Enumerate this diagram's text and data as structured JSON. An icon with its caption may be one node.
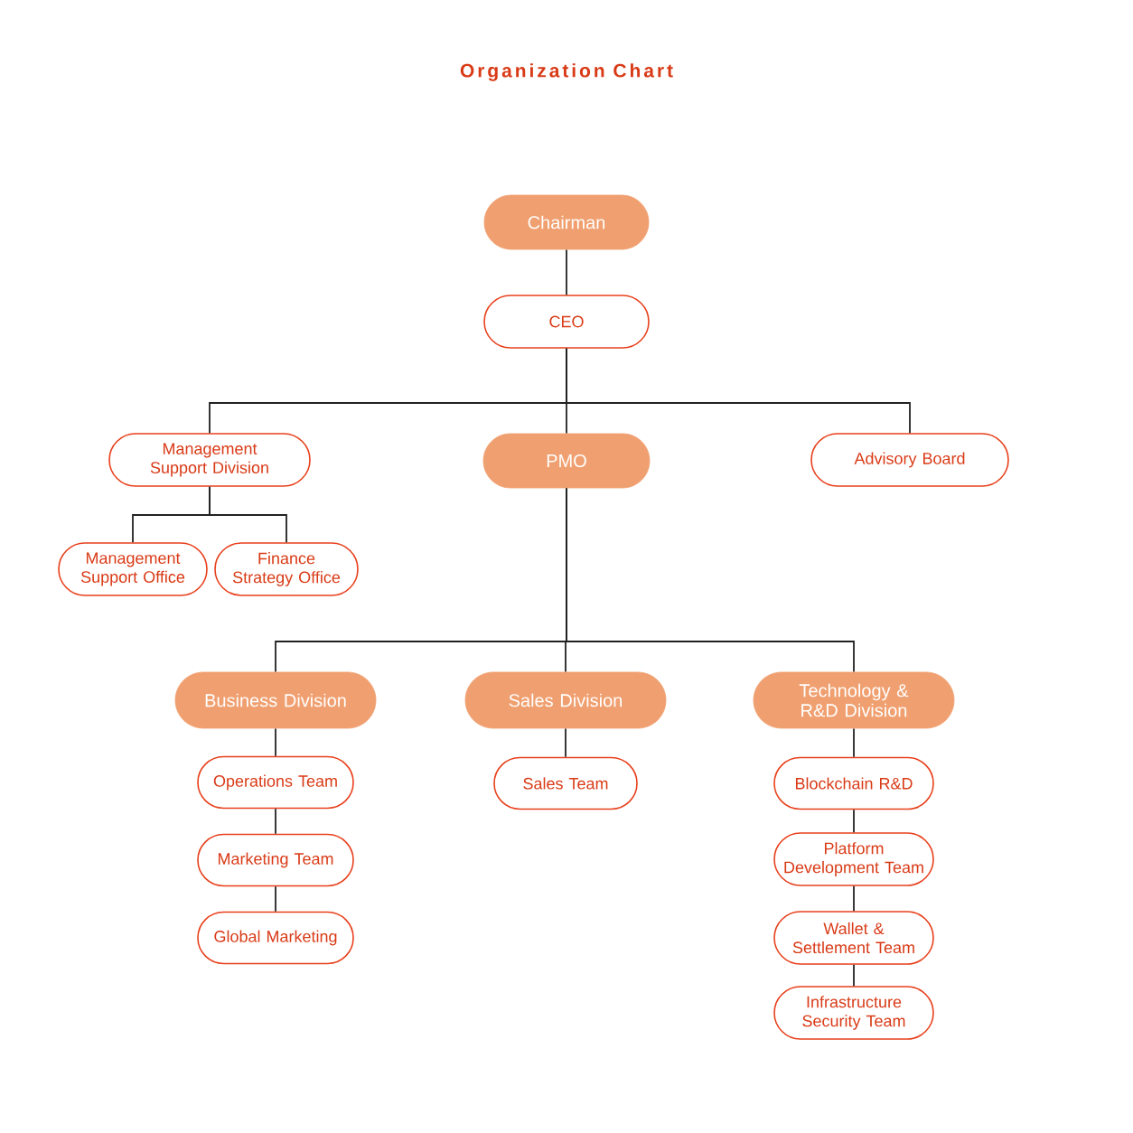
{
  "diagram": {
    "title": "Organization Chart",
    "nodes": [
      {
        "text": [
          "Chairman"
        ]
      },
      {
        "text": [
          "CEO"
        ]
      },
      {
        "text": [
          "Management Support Division"
        ]
      },
      {
        "text": [
          "PMO"
        ]
      },
      {
        "text": [
          "Advisory Board"
        ]
      },
      {
        "text": [
          "Management Support Office"
        ]
      },
      {
        "text": [
          "Finance Strategy Office"
        ]
      },
      {
        "text": [
          "Business Division"
        ]
      },
      {
        "text": [
          "Sales Division"
        ]
      },
      {
        "text": [
          "Technology & R&D Division"
        ]
      },
      {
        "text": [
          "Operations Team"
        ]
      },
      {
        "text": [
          "Marketing Team"
        ]
      },
      {
        "text": [
          "Global Marketing"
        ]
      },
      {
        "text": [
          "Sales Team"
        ]
      },
      {
        "text": [
          "Blockchain R&D"
        ]
      },
      {
        "text": [
          "Platform Development Team"
        ]
      },
      {
        "text": [
          "Wallet & Settlement Team"
        ]
      },
      {
        "text": [
          "Infrastructure Security Team"
        ]
      }
    ],
    "edges": [
      {
        "from": 0,
        "to": 1,
        "arrow": "none"
      },
      {
        "from": 1,
        "to": 2,
        "arrow": "none"
      },
      {
        "from": 1,
        "to": 3,
        "arrow": "none"
      },
      {
        "from": 1,
        "to": 4,
        "arrow": "none"
      },
      {
        "from": 2,
        "to": 5,
        "arrow": "none"
      },
      {
        "from": 2,
        "to": 6,
        "arrow": "none"
      },
      {
        "from": 3,
        "to": 7,
        "arrow": "none"
      },
      {
        "from": 3,
        "to": 8,
        "arrow": "none"
      },
      {
        "from": 3,
        "to": 9,
        "arrow": "none"
      },
      {
        "from": 7,
        "to": 10,
        "arrow": "none"
      },
      {
        "from": 10,
        "to": 11,
        "arrow": "none"
      },
      {
        "from": 11,
        "to": 12,
        "arrow": "none"
      },
      {
        "from": 8,
        "to": 13,
        "arrow": "none"
      },
      {
        "from": 9,
        "to": 14,
        "arrow": "none"
      },
      {
        "from": 14,
        "to": 15,
        "arrow": "none"
      },
      {
        "from": 15,
        "to": 16,
        "arrow": "none"
      },
      {
        "from": 16,
        "to": 17,
        "arrow": "none"
      }
    ]
  }
}
